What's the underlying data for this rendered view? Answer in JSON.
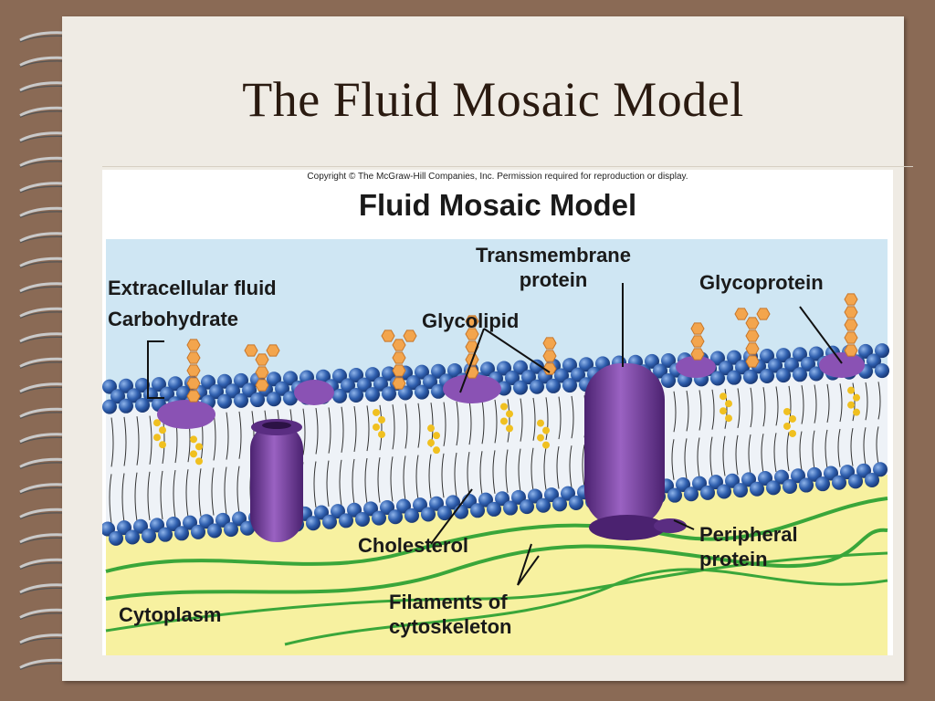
{
  "slide": {
    "title": "The Fluid Mosaic Model"
  },
  "figure": {
    "copyright": "Copyright © The McGraw-Hill Companies, Inc. Permission required for reproduction or display.",
    "title": "Fluid Mosaic Model",
    "labels": {
      "extracellular_fluid": "Extracellular fluid",
      "carbohydrate": "Carbohydrate",
      "transmembrane_line1": "Transmembrane",
      "transmembrane_line2": "protein",
      "glycolipid": "Glycolipid",
      "glycoprotein": "Glycoprotein",
      "cholesterol": "Cholesterol",
      "peripheral_line1": "Peripheral",
      "peripheral_line2": "protein",
      "filaments_line1": "Filaments of",
      "filaments_line2": "cytoskeleton",
      "cytoplasm": "Cytoplasm"
    }
  },
  "colors": {
    "frame": "#8a6a55",
    "page": "#efebe4",
    "extracellular": "#cfe6f3",
    "cytoplasm": "#f7f1a0",
    "phospholipid_head": "#2f5fae",
    "protein": "#7a3f9e",
    "carbohydrate": "#f3a54d",
    "cholesterol": "#f0c020",
    "filament": "#3aa63a"
  },
  "icons": {
    "binding": "spiral-binding-icon"
  }
}
